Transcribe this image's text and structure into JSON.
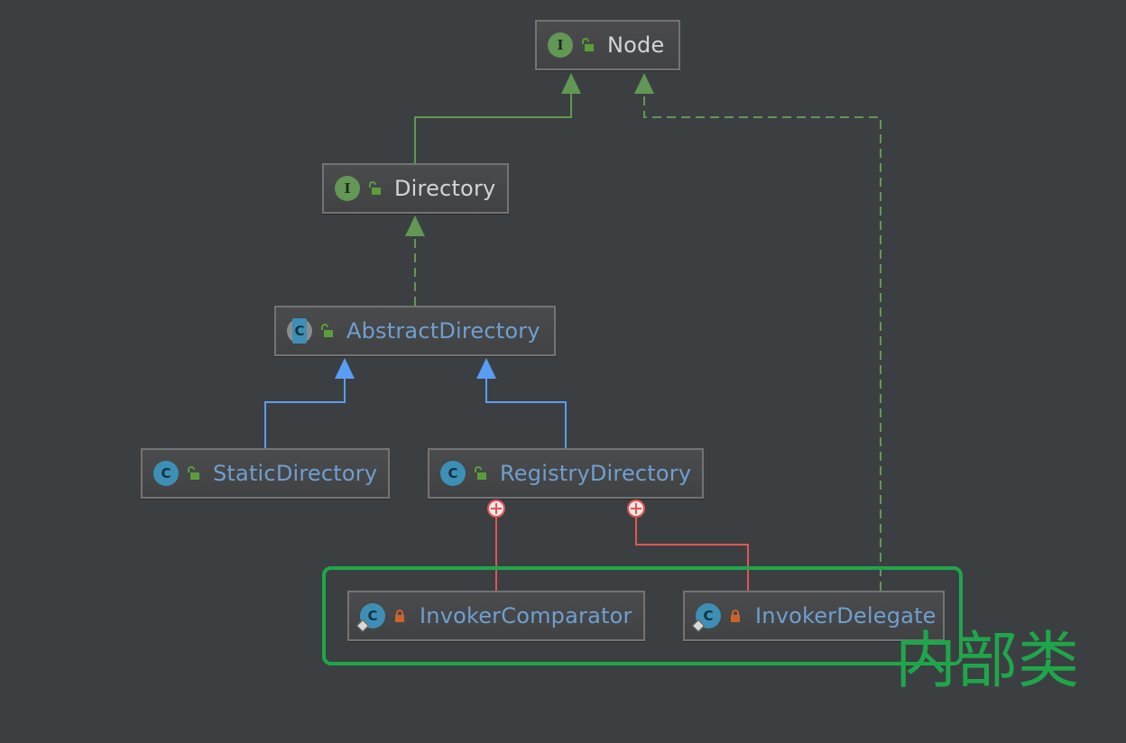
{
  "diagram": {
    "type": "uml-class-hierarchy",
    "nodes": [
      {
        "id": "node",
        "name": "Node",
        "kind": "interface",
        "kind_letter": "I",
        "visibility": "public"
      },
      {
        "id": "directory",
        "name": "Directory",
        "kind": "interface",
        "kind_letter": "I",
        "visibility": "public"
      },
      {
        "id": "abstract_directory",
        "name": "AbstractDirectory",
        "kind": "abstract-class",
        "kind_letter": "C",
        "visibility": "public"
      },
      {
        "id": "static_directory",
        "name": "StaticDirectory",
        "kind": "class",
        "kind_letter": "C",
        "visibility": "public"
      },
      {
        "id": "registry_directory",
        "name": "RegistryDirectory",
        "kind": "class",
        "kind_letter": "C",
        "visibility": "public"
      },
      {
        "id": "invoker_comparator",
        "name": "InvokerComparator",
        "kind": "static-inner-class",
        "kind_letter": "C",
        "visibility": "private"
      },
      {
        "id": "invoker_delegate",
        "name": "InvokerDelegate",
        "kind": "static-inner-class",
        "kind_letter": "C",
        "visibility": "private"
      }
    ],
    "edges": [
      {
        "from": "directory",
        "to": "node",
        "type": "extends-interface",
        "style": "solid",
        "color": "#629755"
      },
      {
        "from": "abstract_directory",
        "to": "directory",
        "type": "implements",
        "style": "dashed",
        "color": "#629755"
      },
      {
        "from": "static_directory",
        "to": "abstract_directory",
        "type": "extends",
        "style": "solid",
        "color": "#589df6"
      },
      {
        "from": "registry_directory",
        "to": "abstract_directory",
        "type": "extends",
        "style": "solid",
        "color": "#589df6"
      },
      {
        "from": "invoker_comparator",
        "to": "registry_directory",
        "type": "inner-class",
        "style": "solid",
        "color": "#e05555"
      },
      {
        "from": "invoker_delegate",
        "to": "registry_directory",
        "type": "inner-class",
        "style": "solid",
        "color": "#e05555"
      },
      {
        "from": "invoker_delegate",
        "to": "node",
        "type": "implements",
        "style": "dashed",
        "color": "#629755"
      }
    ],
    "annotation": {
      "label": "内部类",
      "color": "#1fa64b",
      "encloses": [
        "invoker_comparator",
        "invoker_delegate"
      ]
    }
  },
  "colors": {
    "background": "#3c3f41",
    "interface_icon": "#629755",
    "class_icon": "#3d8fb5",
    "public_lock": "#5a9e3a",
    "private_lock": "#c9652b",
    "class_text": "#6f9fcf",
    "interface_text": "#d4d4d4"
  }
}
